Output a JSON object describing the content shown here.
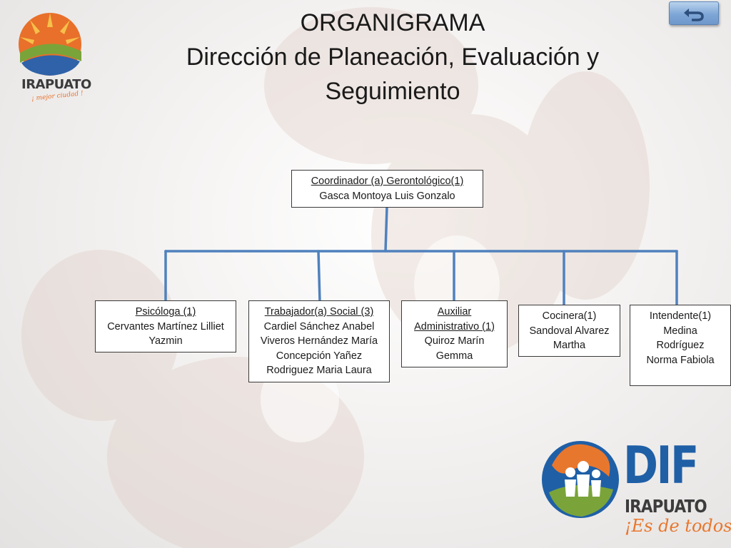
{
  "title": {
    "line1": "ORGANIGRAMA",
    "line2": "Dirección de Planeación, Evaluación y",
    "line3": "Seguimiento"
  },
  "top_node": {
    "role": "Coordinador (a) Gerontológico(1)",
    "names": [
      "Gasca Montoya Luis Gonzalo"
    ]
  },
  "nodes": [
    {
      "role": "Psicóloga (1)",
      "names": [
        "Cervantes Martínez Lilliet",
        "Yazmin"
      ]
    },
    {
      "role": "Trabajador(a) Social (3)",
      "names": [
        "Cardiel Sánchez Anabel",
        "Viveros Hernández María",
        "Concepción Yañez",
        "Rodriguez Maria Laura"
      ]
    },
    {
      "role": "Auxiliar",
      "role2": "Administrativo (1)",
      "names": [
        "Quiroz Marín",
        "Gemma"
      ]
    },
    {
      "role": "Cocinera(1)",
      "names": [
        "Sandoval Alvarez",
        "Martha"
      ]
    },
    {
      "role": "Intendente(1)",
      "names": [
        "Medina",
        "Rodríguez",
        "Norma Fabiola"
      ]
    }
  ],
  "logos": {
    "irapuato": {
      "name": "IRAPUATO",
      "tagline": "¡ mejor ciudad !"
    },
    "dif": {
      "name": "DIF",
      "city": "IRAPUATO",
      "slogan": "¡Es de todos!"
    }
  },
  "icons": {
    "back": "return-arrow-icon"
  },
  "colors": {
    "connector": "#4f81bd",
    "dif_blue": "#1f5fa6",
    "dif_orange": "#e8772e",
    "irapuato_orange": "#e8702a",
    "irapuato_green": "#7aa43a"
  }
}
